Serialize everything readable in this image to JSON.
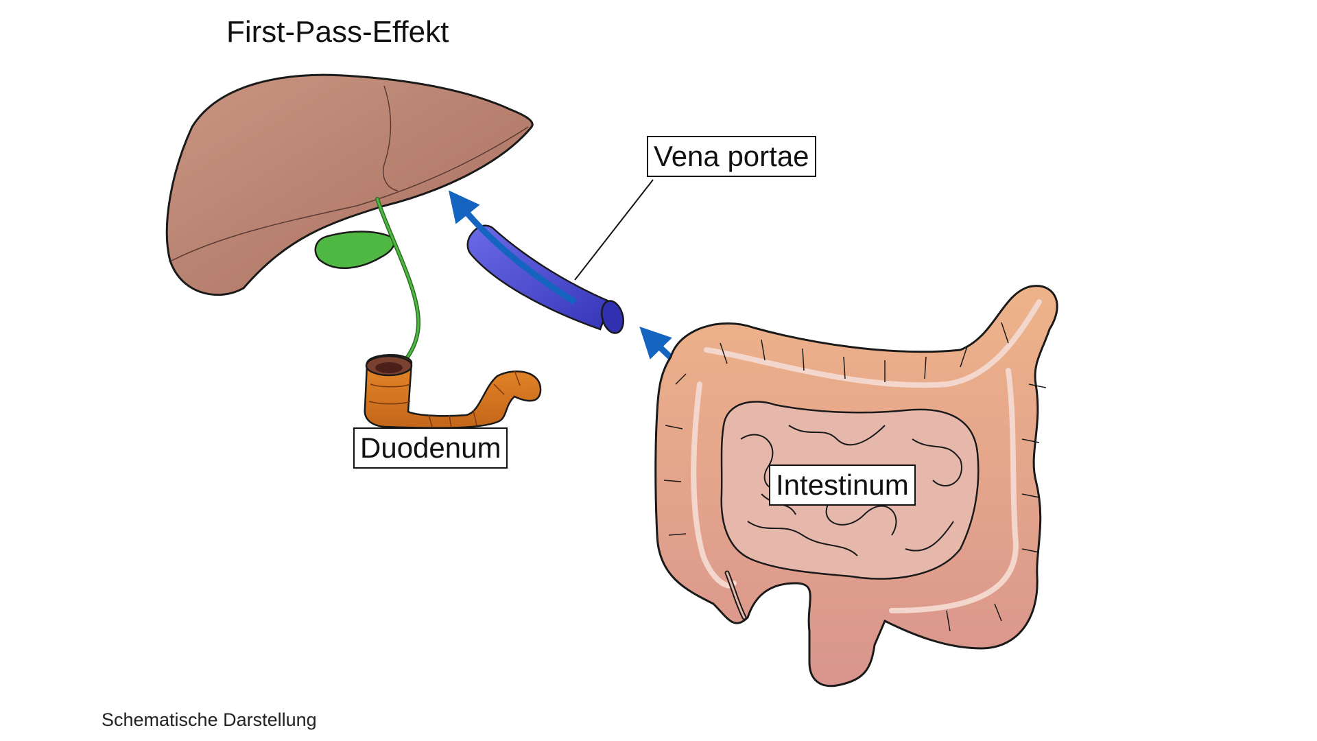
{
  "title": "First-Pass-Effekt",
  "labels": {
    "vena_portae": "Vena portae",
    "duodenum": "Duodenum",
    "intestinum": "Intestinum"
  },
  "caption": "Schematische Darstellung",
  "colors": {
    "liver": "#b97a68",
    "gallbladder": "#4fb843",
    "bile_duct": "#3a8f2e",
    "duodenum": "#d9781f",
    "vein": "#4a4ad0",
    "arrow": "#1565c0",
    "colon": "#e6a37c",
    "small_intestine": "#e8c0b5"
  }
}
